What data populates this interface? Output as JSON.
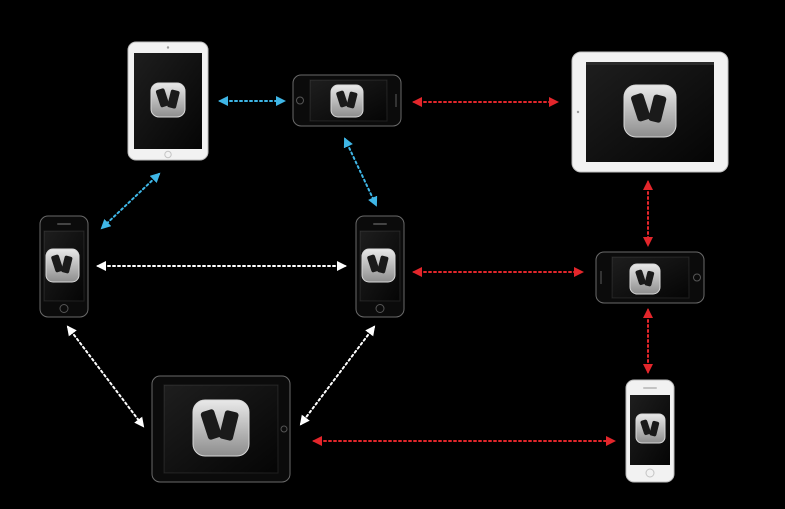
{
  "colors": {
    "background": "#000000",
    "link_blue": "#3fb6e6",
    "link_white": "#ffffff",
    "link_red": "#e3262b",
    "device_white_frame": "#f2f2f2",
    "device_black_frame": "#0b0b0b",
    "screen": "#050505"
  },
  "diagram": {
    "nodes": [
      {
        "id": "ipad-mini-white-portrait",
        "kind": "tablet",
        "finish": "white",
        "orientation": "portrait",
        "icon": "devices-app-icon"
      },
      {
        "id": "iphone-black-landscape-top",
        "kind": "phone",
        "finish": "black",
        "orientation": "landscape",
        "icon": "devices-app-icon"
      },
      {
        "id": "ipad-white-landscape",
        "kind": "tablet",
        "finish": "white",
        "orientation": "landscape",
        "icon": "devices-app-icon"
      },
      {
        "id": "iphone-black-portrait-left",
        "kind": "phone",
        "finish": "black",
        "orientation": "portrait",
        "icon": "devices-app-icon"
      },
      {
        "id": "iphone-black-portrait-center",
        "kind": "phone",
        "finish": "black",
        "orientation": "portrait",
        "icon": "devices-app-icon"
      },
      {
        "id": "iphone-black-landscape-right",
        "kind": "phone",
        "finish": "black",
        "orientation": "landscape",
        "icon": "devices-app-icon"
      },
      {
        "id": "ipad-black-landscape-bottom",
        "kind": "tablet",
        "finish": "black",
        "orientation": "landscape",
        "icon": "devices-app-icon"
      },
      {
        "id": "iphone-white-portrait-right",
        "kind": "phone",
        "finish": "white",
        "orientation": "portrait",
        "icon": "devices-app-icon"
      }
    ],
    "edges": [
      {
        "from": "ipad-mini-white-portrait",
        "to": "iphone-black-landscape-top",
        "color": "blue",
        "style": "dotted",
        "arrows": "both"
      },
      {
        "from": "ipad-mini-white-portrait",
        "to": "iphone-black-portrait-left",
        "color": "blue",
        "style": "dotted",
        "arrows": "both"
      },
      {
        "from": "iphone-black-landscape-top",
        "to": "iphone-black-portrait-center",
        "color": "blue",
        "style": "dotted",
        "arrows": "both"
      },
      {
        "from": "iphone-black-landscape-top",
        "to": "ipad-white-landscape",
        "color": "red",
        "style": "dotted",
        "arrows": "both"
      },
      {
        "from": "iphone-black-portrait-left",
        "to": "iphone-black-portrait-center",
        "color": "white",
        "style": "dotted",
        "arrows": "both"
      },
      {
        "from": "iphone-black-portrait-left",
        "to": "ipad-black-landscape-bottom",
        "color": "white",
        "style": "dotted",
        "arrows": "both"
      },
      {
        "from": "iphone-black-portrait-center",
        "to": "ipad-black-landscape-bottom",
        "color": "white",
        "style": "dotted",
        "arrows": "both"
      },
      {
        "from": "iphone-black-portrait-center",
        "to": "iphone-black-landscape-right",
        "color": "red",
        "style": "dotted",
        "arrows": "both"
      },
      {
        "from": "ipad-white-landscape",
        "to": "iphone-black-landscape-right",
        "color": "red",
        "style": "dotted",
        "arrows": "both"
      },
      {
        "from": "iphone-black-landscape-right",
        "to": "iphone-white-portrait-right",
        "color": "red",
        "style": "dotted",
        "arrows": "both"
      },
      {
        "from": "ipad-black-landscape-bottom",
        "to": "iphone-white-portrait-right",
        "color": "red",
        "style": "dotted",
        "arrows": "both"
      }
    ]
  }
}
